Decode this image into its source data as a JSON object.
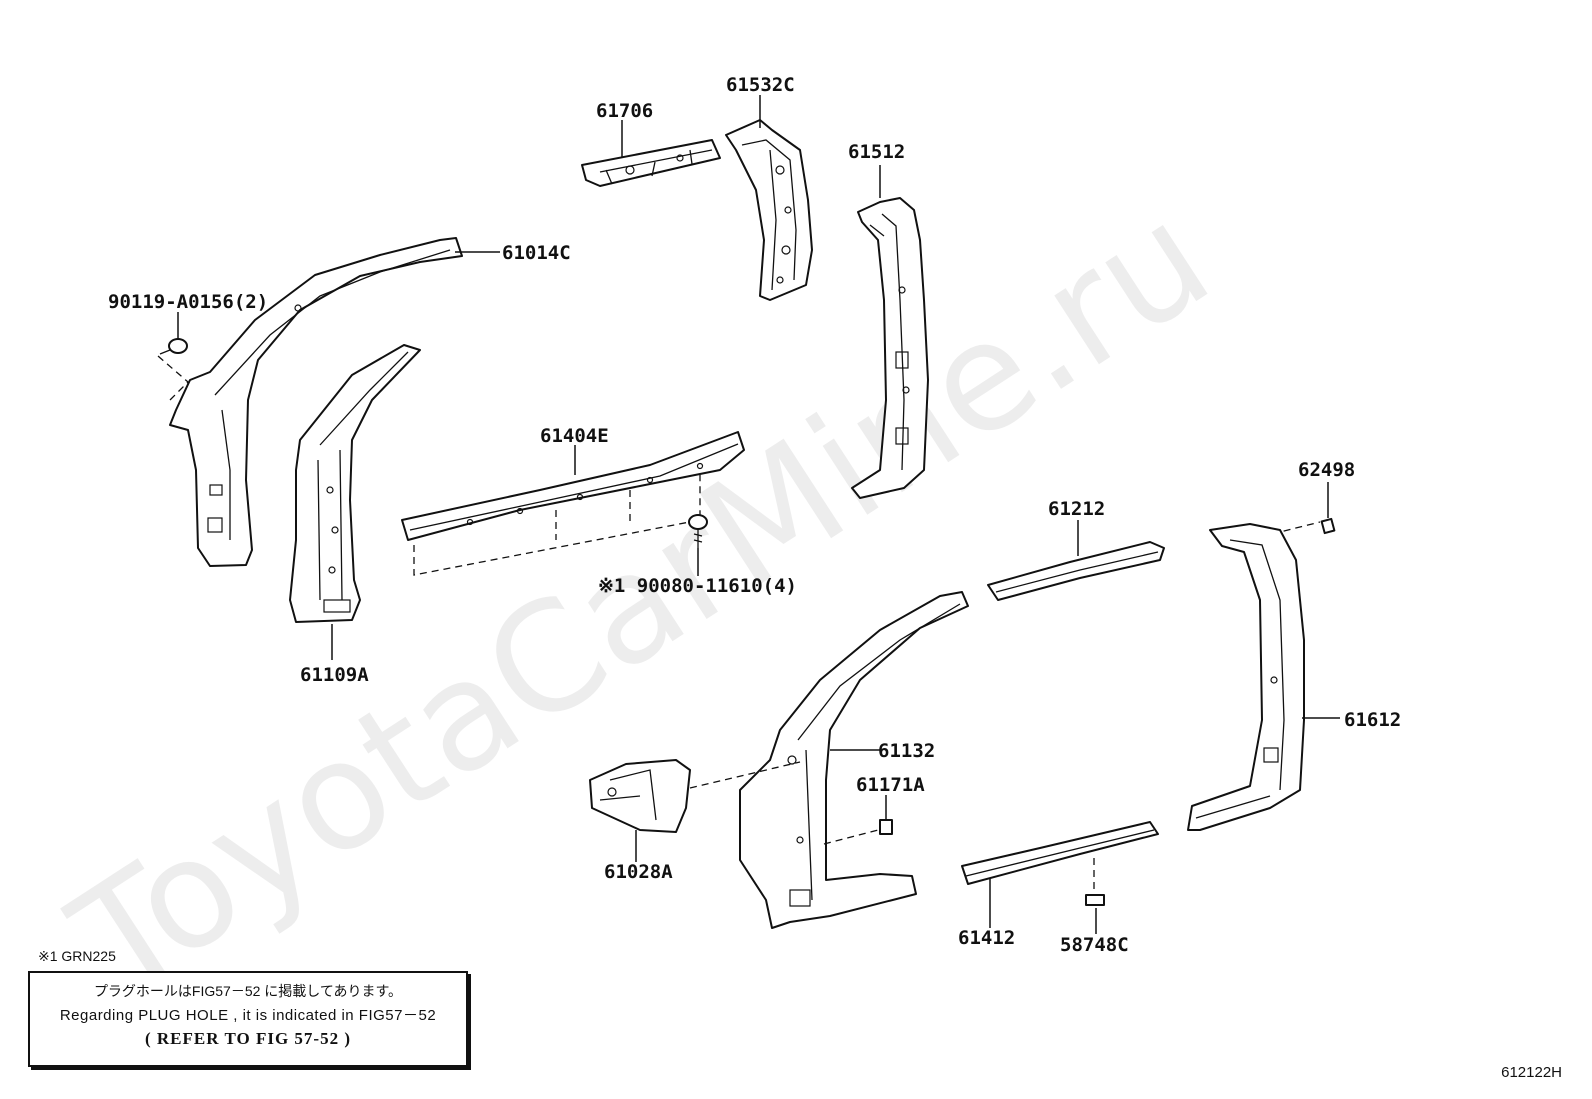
{
  "watermark": "ToyotaCarMine.ru",
  "parts": [
    {
      "id": "p-61706",
      "label": "61706"
    },
    {
      "id": "p-61532C",
      "label": "61532C"
    },
    {
      "id": "p-61512",
      "label": "61512"
    },
    {
      "id": "p-61014C",
      "label": "61014C"
    },
    {
      "id": "p-90119",
      "label": "90119-A0156(2)"
    },
    {
      "id": "p-61404E",
      "label": "61404E"
    },
    {
      "id": "p-90080",
      "label": "※1 90080-11610(4)"
    },
    {
      "id": "p-61109A",
      "label": "61109A"
    },
    {
      "id": "p-62498",
      "label": "62498"
    },
    {
      "id": "p-61212",
      "label": "61212"
    },
    {
      "id": "p-61612",
      "label": "61612"
    },
    {
      "id": "p-61132",
      "label": "61132"
    },
    {
      "id": "p-61171A",
      "label": "61171A"
    },
    {
      "id": "p-61028A",
      "label": "61028A"
    },
    {
      "id": "p-61412",
      "label": "61412"
    },
    {
      "id": "p-58748C",
      "label": "58748C"
    }
  ],
  "note": {
    "footnote": "※1  GRN225",
    "line_jp": "プラグホールはFIG57－52 に掲載してあります。",
    "line_en": "Regarding  PLUG HOLE , it is  indicated  in  FIG57－52",
    "line_refer": "(   REFER TO FIG 57-52 )"
  },
  "figure_id": "612122H"
}
